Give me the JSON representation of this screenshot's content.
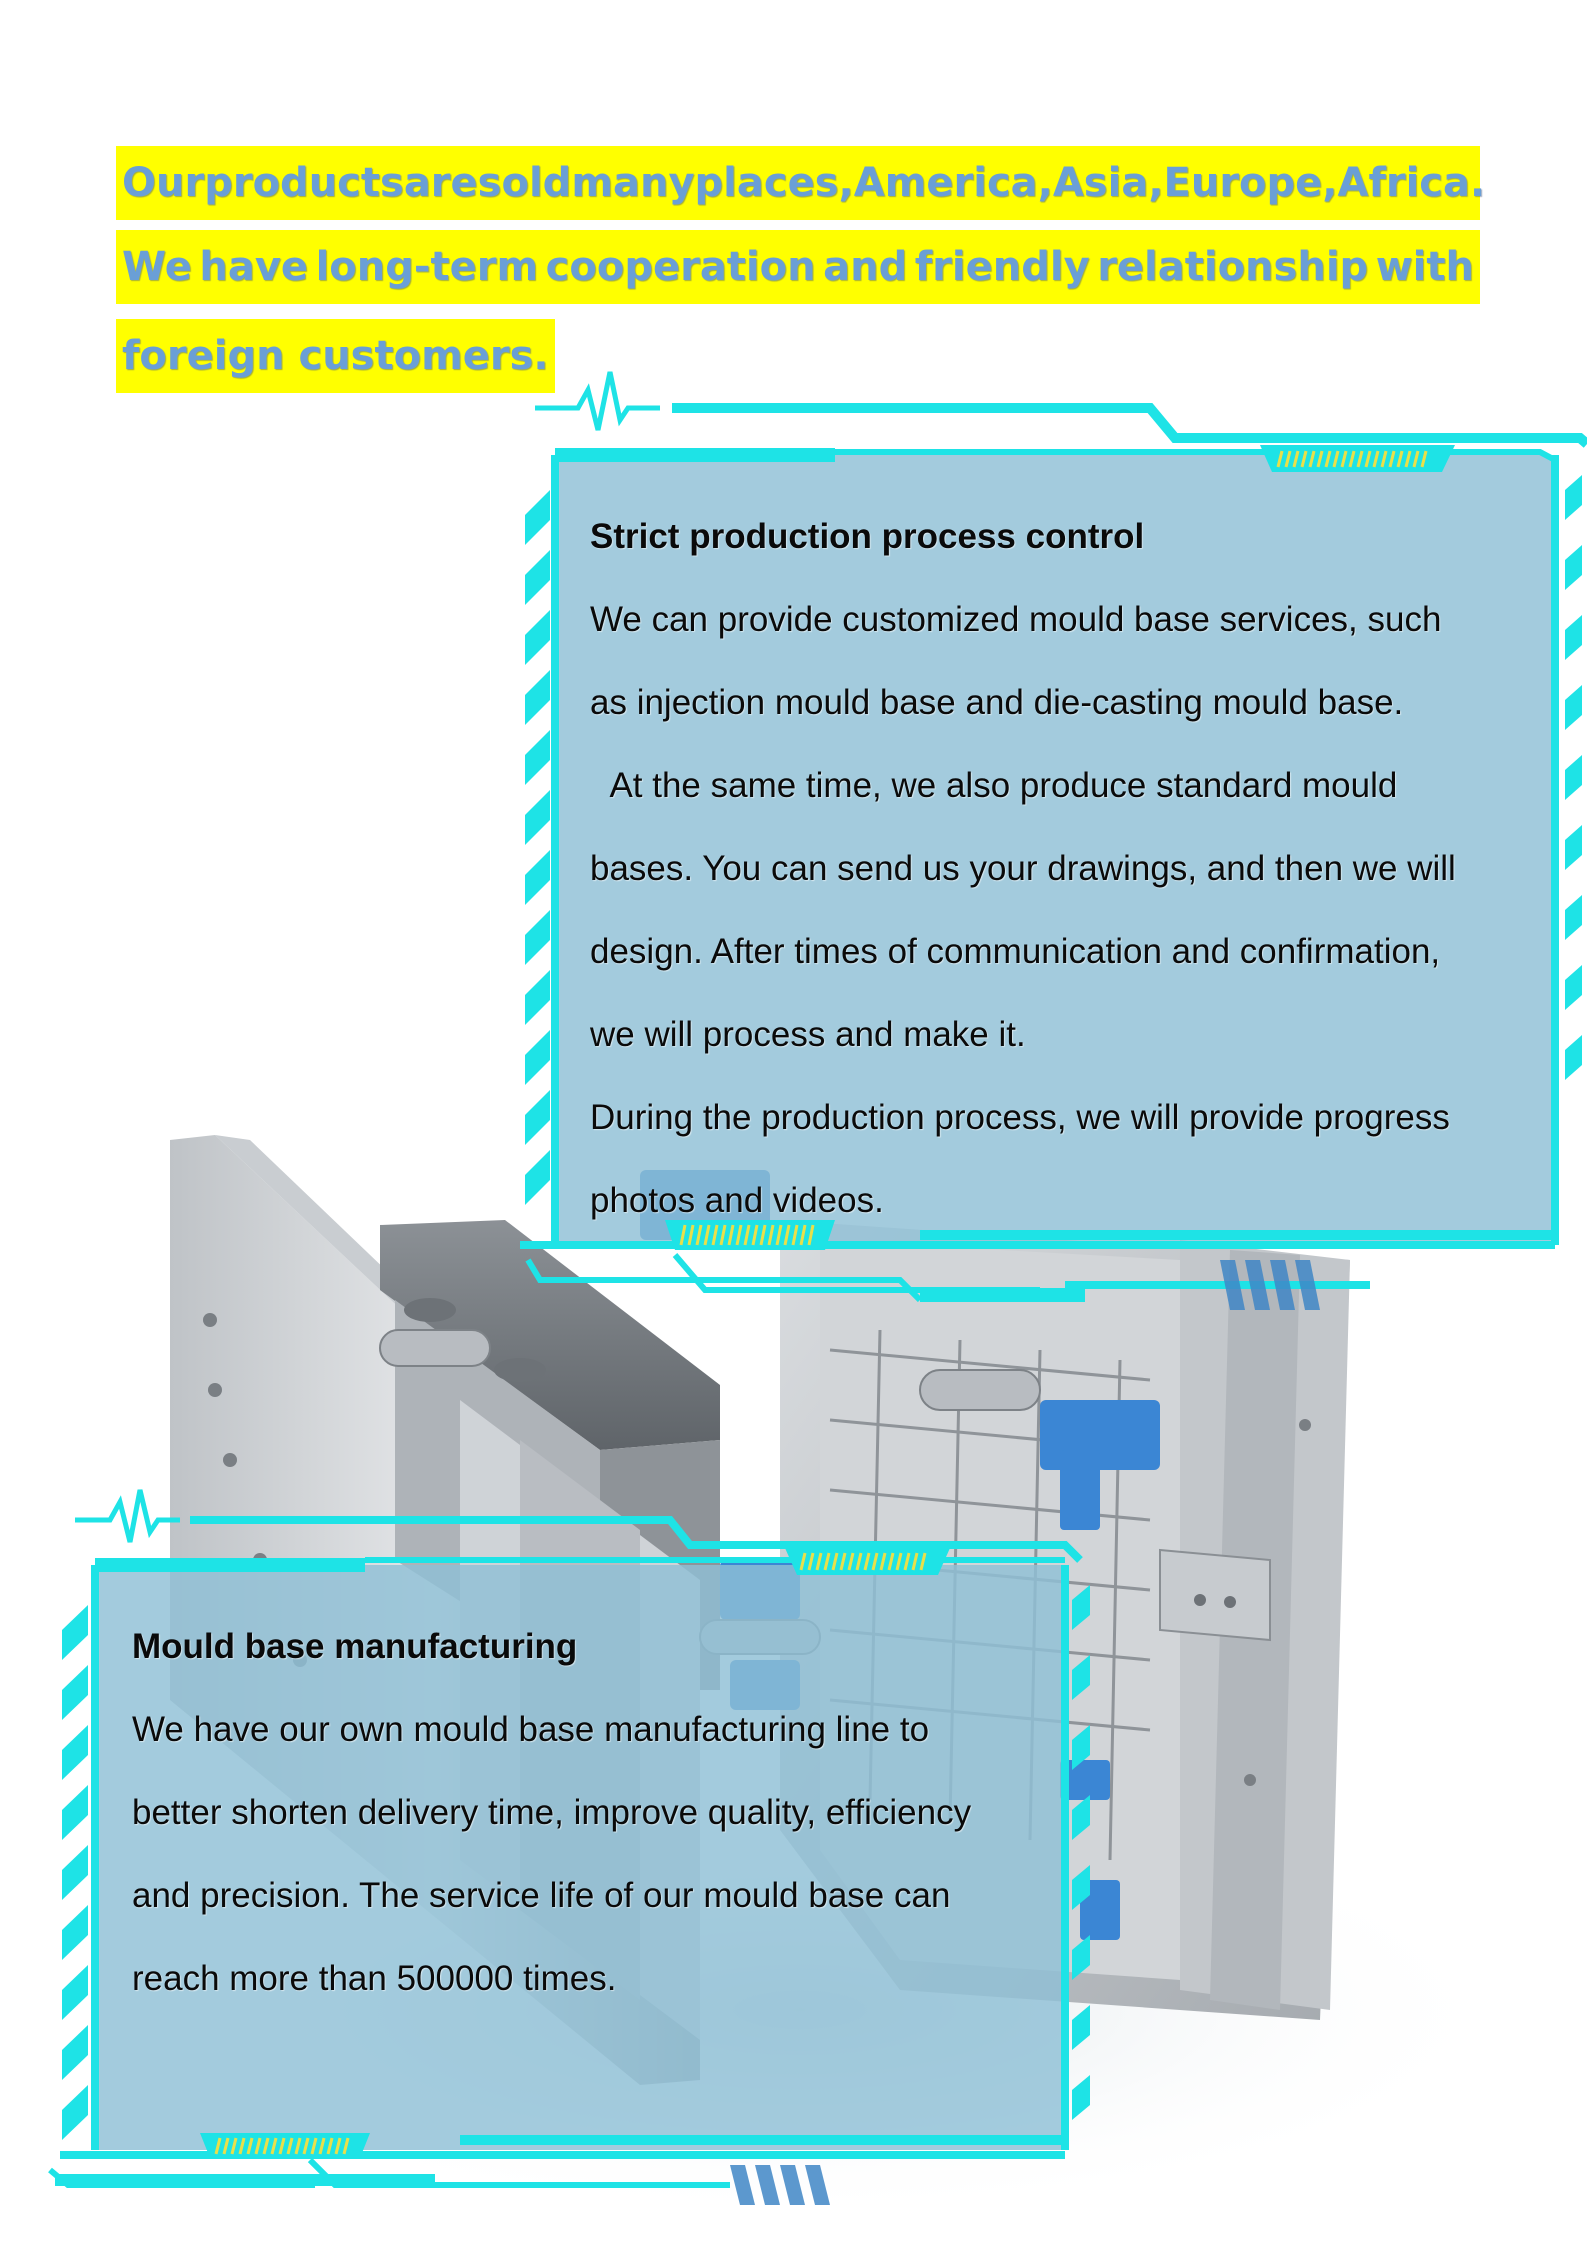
{
  "intro": {
    "line1": [
      "Our",
      "products",
      "are",
      "sold",
      "many",
      "places,",
      "America,",
      "Asia,",
      "Europe,",
      "Africa."
    ],
    "line2": [
      "We",
      "have",
      "long-term",
      "cooperation",
      "and",
      "friendly",
      "relationship",
      "with"
    ],
    "line3": "foreign customers."
  },
  "panel_top": {
    "title": "Strict production process control",
    "lines": [
      "We can provide customized mould base services, such",
      "as injection mould base and die-casting mould base.",
      "  At the same time, we also produce standard mould",
      "bases. You can send us your drawings, and then we will",
      "design. After times of communication and confirmation,",
      "we will process and make it.",
      "During the production process, we will provide progress",
      "photos and videos."
    ]
  },
  "panel_bottom": {
    "title": "Mould base manufacturing",
    "lines": [
      "We have our own mould base manufacturing line to",
      "better shorten delivery time, improve quality, efficiency",
      "and precision. The service life of our mould base can",
      "reach more than 500000 times."
    ]
  },
  "colors": {
    "highlight": "#ffff00",
    "intro_text": "#6a9fd6",
    "frame": "#1ee3e6",
    "panel_fill": "#8fc0d6",
    "stripe_yellow": "#e8e04a",
    "stripe_blue": "#3f86c6"
  }
}
